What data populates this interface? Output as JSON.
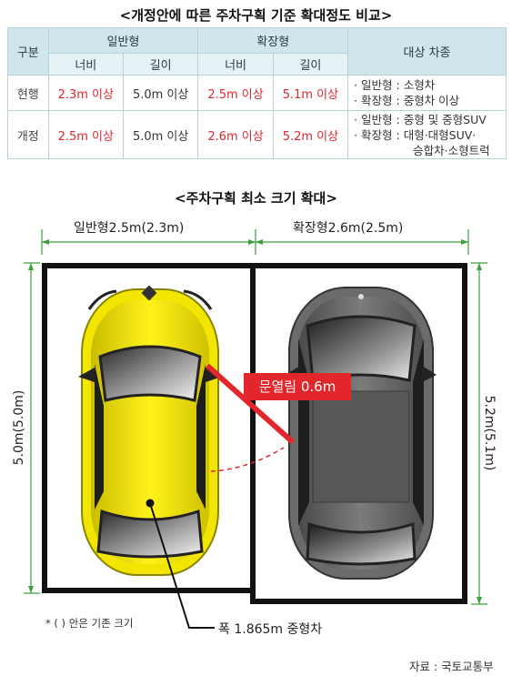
{
  "table_title": "<개정안에 따른 주차구획 기준 확대정도 비교>",
  "table": {
    "header_division": "구분",
    "header_general": "일반형",
    "header_extended": "확장형",
    "header_target": "대상 차종",
    "sub_width1": "너비",
    "sub_length1": "길이",
    "sub_width2": "너비",
    "sub_length2": "길이",
    "rows": [
      {
        "label": "현행",
        "gen_width": "2.3m 이상",
        "gen_length": "5.0m 이상",
        "ext_width": "2.5m 이상",
        "ext_length": "5.1m 이상",
        "target_line1": "· 일반형 : 소형차",
        "target_line2": "· 확장형 : 중형차 이상",
        "target_line3": ""
      },
      {
        "label": "개정",
        "gen_width": "2.5m 이상",
        "gen_length": "5.0m 이상",
        "ext_width": "2.6m 이상",
        "ext_length": "5.2m 이상",
        "target_line1": "· 일반형 : 중형 및 중형SUV",
        "target_line2": "· 확장형 : 대형·대형SUV·",
        "target_line3": "승합차·소형트럭"
      }
    ]
  },
  "diagram_title": "<주차구획 최소 크기 확대>",
  "diagram": {
    "dim_general": "일반형2.5m(2.3m)",
    "dim_extended": "확장형2.6m(2.5m)",
    "dim_left_length": "5.0m(5.0m)",
    "dim_right_length": "5.2m(5.1m)",
    "door_label": "문열림 0.6m",
    "footnote": "* ( ) 안은 기존 크기",
    "car_caption": "폭 1.865m 중형차",
    "source": "자료 :   국토교통부",
    "colors": {
      "accent_red": "#e2262c",
      "dimension_green": "#3ca03c",
      "yellow_car": "#f2e600",
      "gray_car": "#6b6b6b",
      "table_header": "#cfe6ec"
    }
  }
}
